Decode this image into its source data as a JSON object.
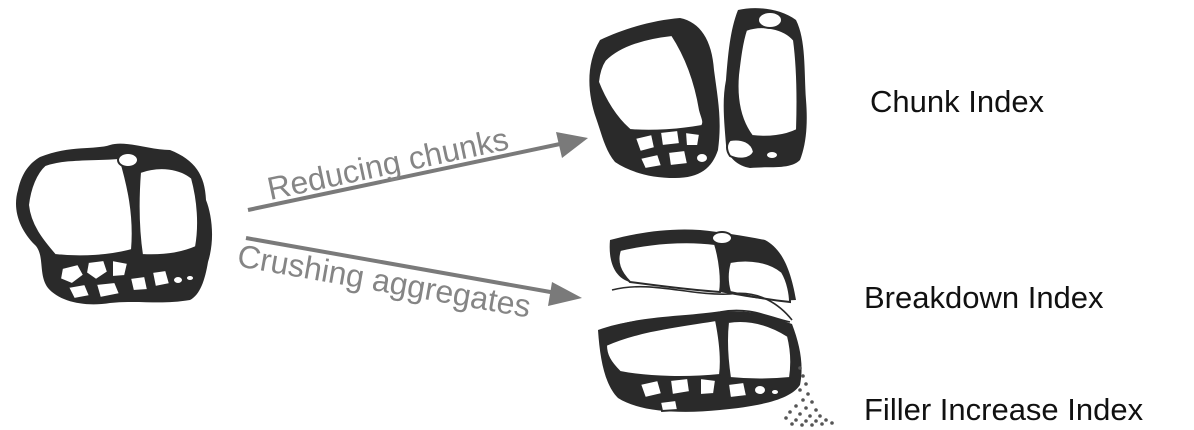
{
  "arrows": [
    {
      "label": "Reducing chunks"
    },
    {
      "label": "Crushing aggregates"
    }
  ],
  "indices": [
    {
      "label": "Chunk Index"
    },
    {
      "label": "Breakdown Index"
    },
    {
      "label": "Filler Increase Index"
    }
  ],
  "colors": {
    "outline": "#2a2a2a",
    "arrow": "#7a7a7a",
    "arrow_text": "#858585",
    "text": "#111111",
    "background": "#ffffff"
  }
}
